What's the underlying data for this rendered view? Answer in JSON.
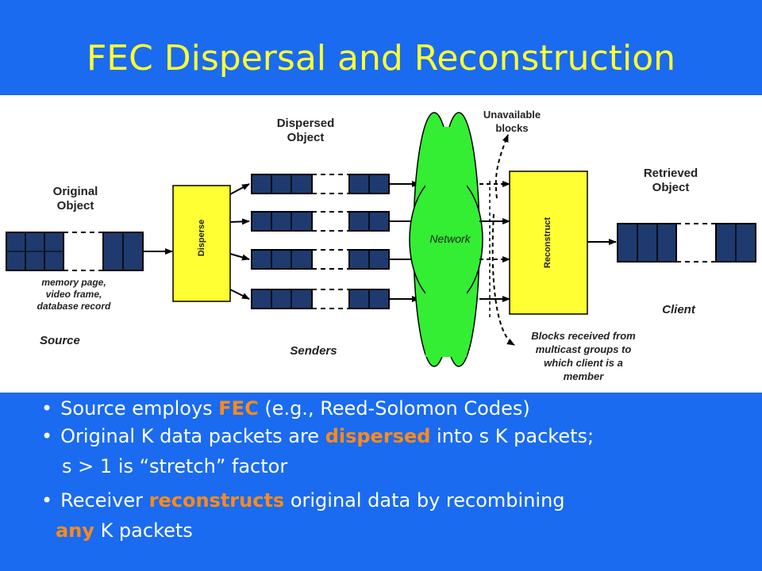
{
  "slide": {
    "title": "FEC Dispersal and Reconstruction"
  },
  "diagram": {
    "original_object": "Original\nObject",
    "dispersed_object": "Dispersed\nObject",
    "unavailable_blocks": "Unavailable\nblocks",
    "retrieved_object": "Retrieved\nObject",
    "disperse": "Disperse",
    "reconstruct": "Reconstruct",
    "network": "Network",
    "memory_note": "memory page,\nvideo frame,\ndatabase record",
    "source": "Source",
    "senders": "Senders",
    "client": "Client",
    "blocks_received": "Blocks received from\nmulticast groups to\nwhich client is a\nmember"
  },
  "bullets": [
    {
      "pre": "Source employs ",
      "hl": "FEC",
      "post": " (e.g., Reed-Solomon Codes)"
    },
    {
      "pre": "Original K data packets are ",
      "hl": "dispersed",
      "post": " into s K packets;"
    },
    {
      "cont": "s > 1 is “stretch” factor"
    },
    {
      "pre": "Receiver ",
      "hl": "reconstructs",
      "post": " original data by recombining"
    },
    {
      "hl": "any",
      "post": " K packets"
    }
  ],
  "colors": {
    "background": "#1a6bf0",
    "title": "#ffff33",
    "highlight": "#ff8a1a",
    "box_yellow": "#ffff33",
    "network_green": "#33ee33",
    "block_fill": "#1f3a6e"
  }
}
